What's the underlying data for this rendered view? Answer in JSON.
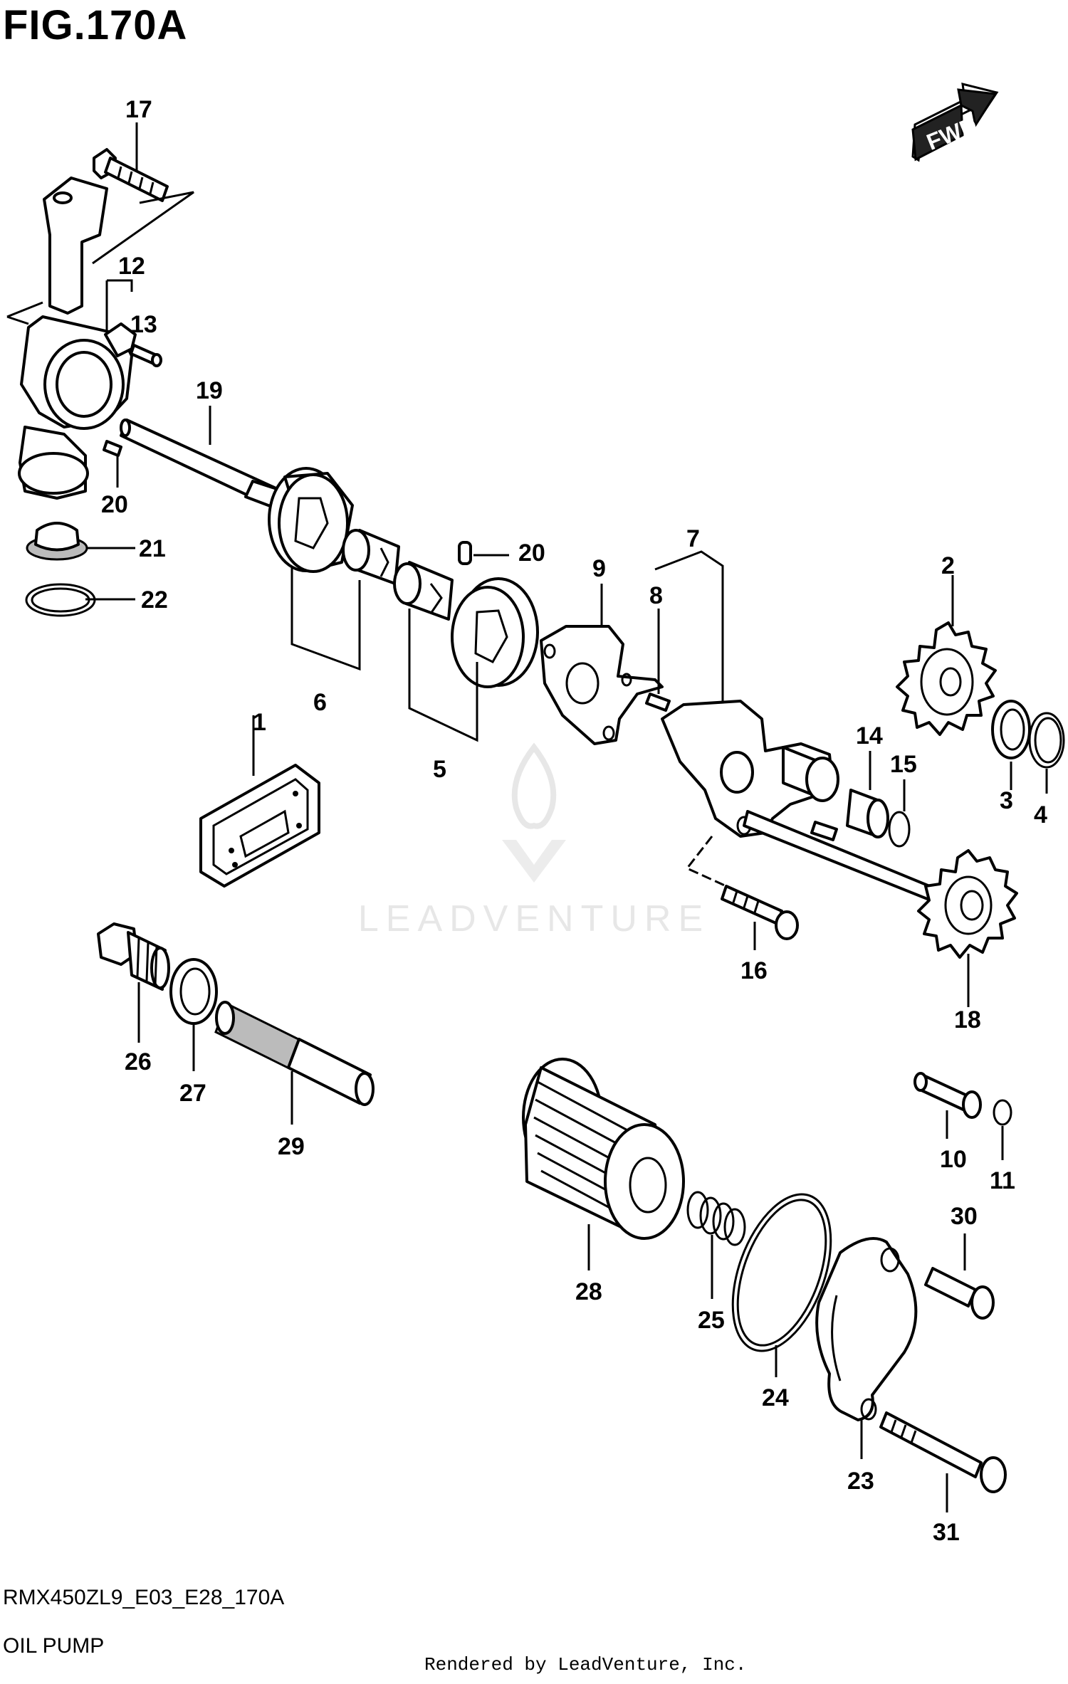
{
  "header": {
    "figure_label": "FIG.170A"
  },
  "footer": {
    "model_code": "RMX450ZL9_E03_E28_170A",
    "section_name": "OIL PUMP",
    "render_credit": "Rendered by LeadVenture, Inc."
  },
  "fwd_arrow": {
    "label": "FWD"
  },
  "watermark": {
    "text": "LEADVENTURE"
  },
  "callouts": {
    "p1": "1",
    "p2": "2",
    "p3": "3",
    "p4": "4",
    "p5": "5",
    "p6": "6",
    "p7": "7",
    "p8": "8",
    "p9": "9",
    "p10": "10",
    "p11": "11",
    "p12": "12",
    "p13": "13",
    "p14": "14",
    "p15": "15",
    "p16": "16",
    "p17": "17",
    "p18": "18",
    "p19": "19",
    "p20a": "20",
    "p20b": "20",
    "p21": "21",
    "p22": "22",
    "p23": "23",
    "p24": "24",
    "p25": "25",
    "p26": "26",
    "p27": "27",
    "p28": "28",
    "p29": "29",
    "p30": "30",
    "p31": "31"
  }
}
